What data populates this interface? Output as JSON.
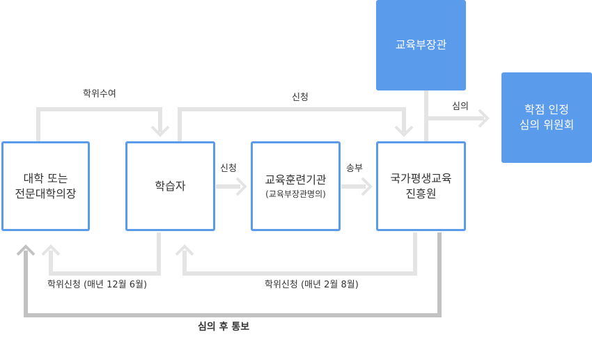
{
  "nodes": {
    "university": {
      "line1": "대학 또는",
      "line2": "전문대학의장"
    },
    "learner": {
      "line1": "학습자"
    },
    "training_institution": {
      "line1": "교육훈련기관",
      "line2": "(교육부장관명의)"
    },
    "nile": {
      "line1": "국가평생교육",
      "line2": "진흥원"
    },
    "minister": {
      "line1": "교육부장관"
    },
    "committee": {
      "line1": "학점 인정",
      "line2": "심의 위원회"
    }
  },
  "edges": {
    "degree_award": "학위수여",
    "apply_top": "신청",
    "deliberation": "심의",
    "apply_mid": "신청",
    "send": "송부",
    "degree_apply_dec": "학위신청 (매년 12월 6월)",
    "degree_apply_feb": "학위신청 (매년 2월 8월)",
    "notify_after": "심의 후 통보"
  },
  "colors": {
    "accent": "#5b9bec",
    "arrow_light": "#e4e4e4",
    "arrow_dark": "#c2c2c2"
  }
}
